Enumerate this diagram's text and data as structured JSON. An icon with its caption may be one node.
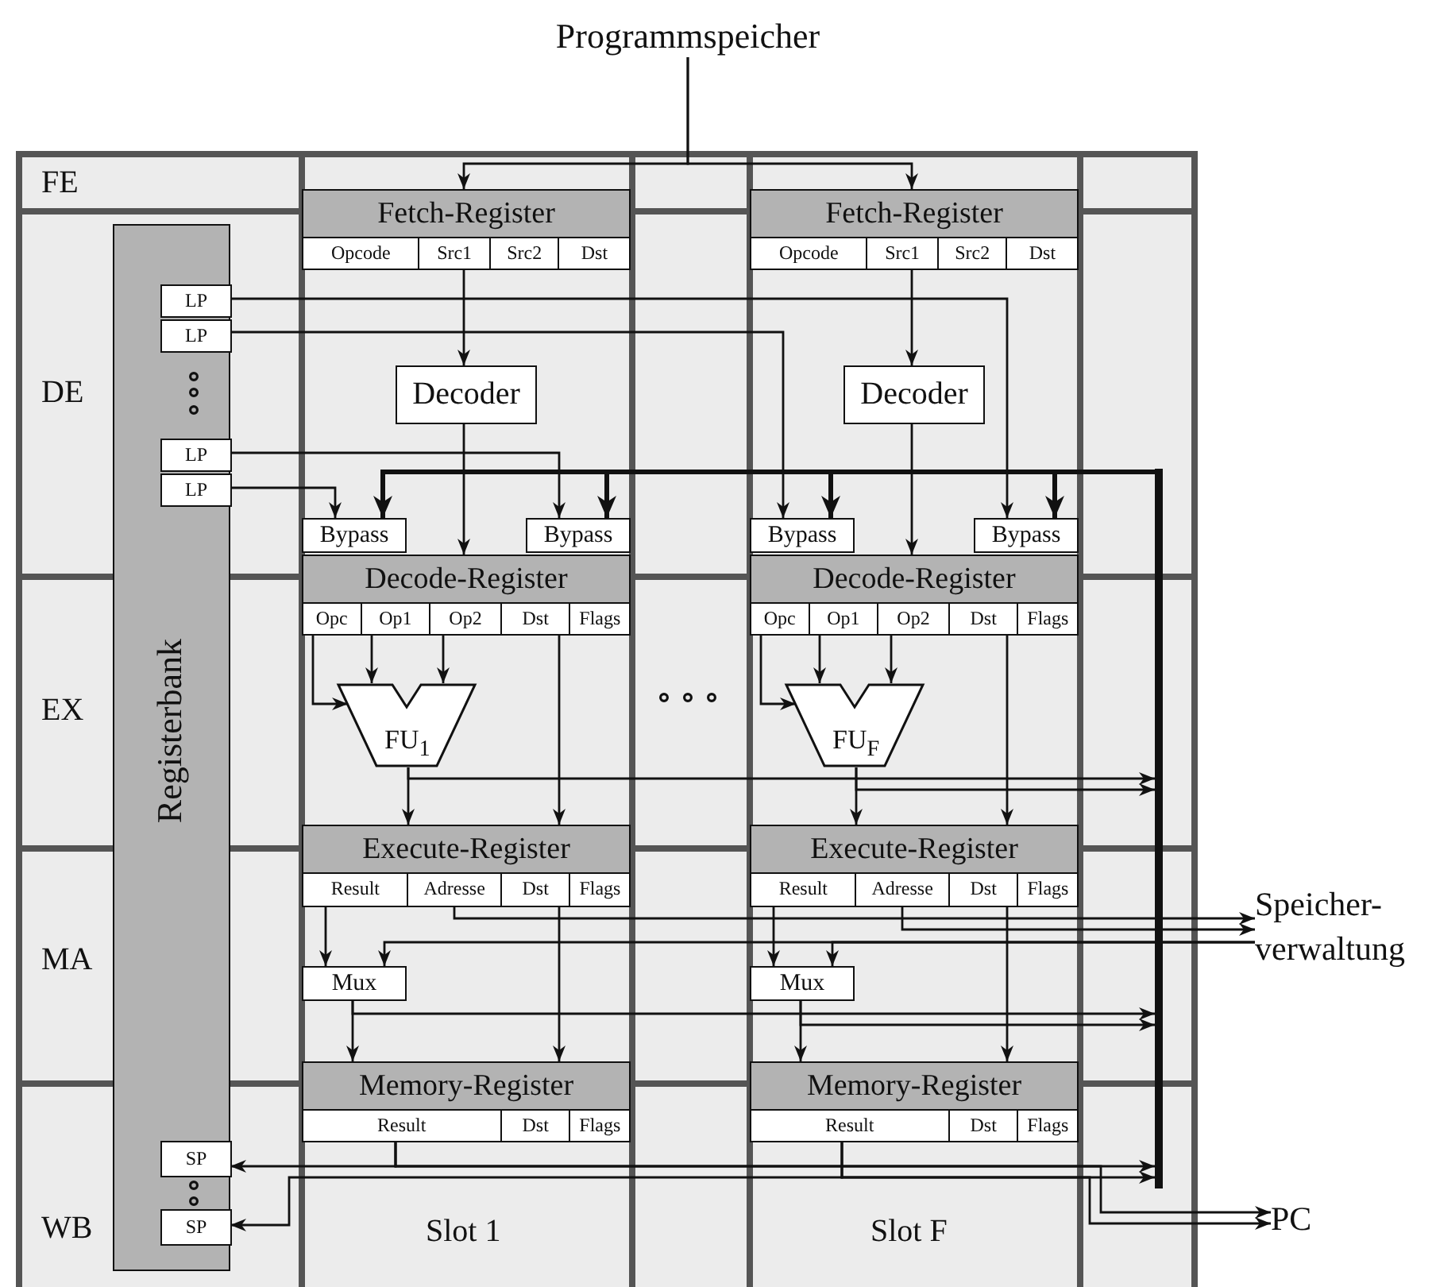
{
  "diagram": {
    "nodes": [
      {
        "text": [
          "Programmspeicher"
        ]
      },
      {
        "text": [
          "Registerbank"
        ]
      },
      {
        "text": [
          "LP"
        ],
        "in": 1
      },
      {
        "text": [
          "LP"
        ],
        "in": 1
      },
      {
        "text": [
          "LP"
        ],
        "in": 1
      },
      {
        "text": [
          "LP"
        ],
        "in": 1
      },
      {
        "text": [
          "SP"
        ],
        "in": 1
      },
      {
        "text": [
          "SP"
        ],
        "in": 1
      },
      {
        "text": [
          "Fetch-Register",
          "Opcode",
          "Src1",
          "Src2",
          "Dst"
        ]
      },
      {
        "text": [
          "Decoder"
        ]
      },
      {
        "text": [
          "Bypass"
        ]
      },
      {
        "text": [
          "Bypass"
        ]
      },
      {
        "text": [
          "Decode-Register",
          "Opc",
          "Op1",
          "Op2",
          "Dst",
          "Flags"
        ]
      },
      {
        "text": [
          "FU$_{1}$"
        ]
      },
      {
        "text": [
          "Execute-Register",
          "Result",
          "Adresse",
          "Dst",
          "Flags"
        ]
      },
      {
        "text": [
          "Mux"
        ]
      },
      {
        "text": [
          "Memory-Register",
          "Result",
          "Dst",
          "Flags"
        ]
      },
      {
        "text": [
          "Fetch-Register",
          "Opcode",
          "Src1",
          "Src2",
          "Dst"
        ]
      },
      {
        "text": [
          "Decoder"
        ]
      },
      {
        "text": [
          "Bypass"
        ]
      },
      {
        "text": [
          "Bypass"
        ]
      },
      {
        "text": [
          "Decode-Register",
          "Opc",
          "Op1",
          "Op2",
          "Dst",
          "Flags"
        ]
      },
      {
        "text": [
          "FU$_{F}$"
        ]
      },
      {
        "text": [
          "Execute-Register",
          "Result",
          "Adresse",
          "Dst",
          "Flags"
        ]
      },
      {
        "text": [
          "Mux"
        ]
      },
      {
        "text": [
          "Memory-Register",
          "Result",
          "Dst",
          "Flags"
        ]
      },
      {
        "text": [
          "Speicher- verwaltung"
        ]
      },
      {
        "text": [
          "PC"
        ]
      },
      {
        "text": [],
        "shape": "bar"
      }
    ],
    "edges": [
      {
        "from": 0,
        "to": 8,
        "arrow": "to"
      },
      {
        "from": 0,
        "to": 17,
        "arrow": "to"
      },
      {
        "from": 8,
        "to": 9,
        "arrow": "to"
      },
      {
        "from": 9,
        "to": 12,
        "arrow": "to"
      },
      {
        "from": 12,
        "to": 13,
        "arrow": "to"
      },
      {
        "from": 12,
        "to": 13,
        "arrow": "to"
      },
      {
        "from": 12,
        "to": 13,
        "arrow": "to"
      },
      {
        "from": 13,
        "to": 14,
        "arrow": "to"
      },
      {
        "from": 12,
        "to": 14,
        "arrow": "to"
      },
      {
        "from": 13,
        "to": 28,
        "arrow": "to"
      },
      {
        "from": 14,
        "to": 15,
        "arrow": "to"
      },
      {
        "from": 14,
        "to": 26,
        "arrow": "to"
      },
      {
        "from": 26,
        "to": 15,
        "arrow": "to"
      },
      {
        "from": 15,
        "to": 16,
        "arrow": "to"
      },
      {
        "from": 15,
        "to": 28,
        "arrow": "to"
      },
      {
        "from": 14,
        "to": 16,
        "arrow": "to"
      },
      {
        "from": 16,
        "to": 6,
        "arrow": "to"
      },
      {
        "from": 16,
        "to": 28,
        "arrow": "to"
      },
      {
        "from": 16,
        "to": 27,
        "arrow": "to"
      },
      {
        "from": 17,
        "to": 18,
        "arrow": "to"
      },
      {
        "from": 18,
        "to": 21,
        "arrow": "to"
      },
      {
        "from": 21,
        "to": 22,
        "arrow": "to"
      },
      {
        "from": 21,
        "to": 22,
        "arrow": "to"
      },
      {
        "from": 21,
        "to": 22,
        "arrow": "to"
      },
      {
        "from": 22,
        "to": 23,
        "arrow": "to"
      },
      {
        "from": 21,
        "to": 23,
        "arrow": "to"
      },
      {
        "from": 22,
        "to": 28,
        "arrow": "to"
      },
      {
        "from": 23,
        "to": 24,
        "arrow": "to"
      },
      {
        "from": 23,
        "to": 26,
        "arrow": "to"
      },
      {
        "from": 26,
        "to": 24,
        "arrow": "to"
      },
      {
        "from": 24,
        "to": 25,
        "arrow": "to"
      },
      {
        "from": 24,
        "to": 28,
        "arrow": "to"
      },
      {
        "from": 23,
        "to": 25,
        "arrow": "to"
      },
      {
        "from": 25,
        "to": 7,
        "arrow": "to"
      },
      {
        "from": 25,
        "to": 28,
        "arrow": "to"
      },
      {
        "from": 25,
        "to": 27,
        "arrow": "to"
      },
      {
        "from": 28,
        "to": 10,
        "arrow": "to",
        "style": "thick"
      },
      {
        "from": 28,
        "to": 11,
        "arrow": "to",
        "style": "thick"
      },
      {
        "from": 28,
        "to": 19,
        "arrow": "to",
        "style": "thick"
      },
      {
        "from": 28,
        "to": 20,
        "arrow": "to",
        "style": "thick"
      },
      {
        "from": 2,
        "to": 20,
        "arrow": "to"
      },
      {
        "from": 3,
        "to": 19,
        "arrow": "to"
      },
      {
        "from": 4,
        "to": 11,
        "arrow": "to"
      },
      {
        "from": 5,
        "to": 10,
        "arrow": "to"
      }
    ],
    "labels": [
      "FE",
      "DE",
      "EX",
      "MA",
      "WB",
      "Slot 1",
      "Slot F"
    ]
  }
}
